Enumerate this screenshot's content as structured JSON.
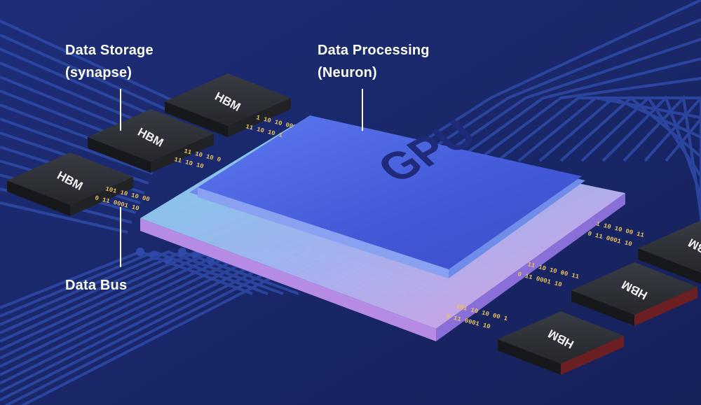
{
  "labels": {
    "storage_line1": "Data Storage",
    "storage_line2": "(synapse)",
    "processing_line1": "Data Processing",
    "processing_line2": "(Neuron)",
    "bus": "Data Bus"
  },
  "gpu": {
    "label": "GPU"
  },
  "hbm_chips": [
    "HBM",
    "HBM",
    "HBM",
    "HBM",
    "HBM",
    "HBM"
  ],
  "binary_streams": {
    "left": [
      "1 10 10 00",
      "11 10 10 1",
      "11 10 10 0",
      "11 10 10",
      "101 10 10 00",
      "0 11 0001 10"
    ],
    "right": [
      "1 10 10 00 11",
      "0 11 0001 10",
      "11 10 10 00 11",
      "0 11 0001 10",
      "101 10 10 00 1",
      "0 11 0001 10"
    ]
  },
  "colors": {
    "background": "#1a2766",
    "trace": "#2f4aa8",
    "gpu_top": "#4a63e0",
    "package_glow": "#9fd8f0",
    "hbm": "#2b2d33",
    "binary_text": "#e8c25a",
    "label_text": "#ffffff"
  }
}
